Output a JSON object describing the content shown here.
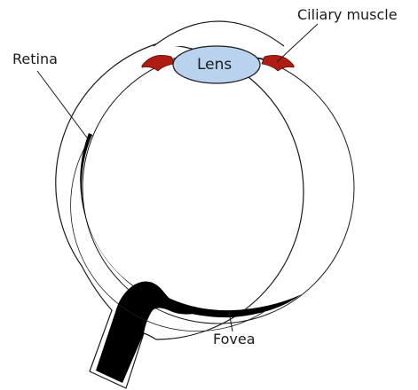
{
  "labels": {
    "lens": "Lens",
    "ciliary_muscle": "Ciliary muscle",
    "retina": "Retina",
    "fovea": "Fovea"
  },
  "colors": {
    "outline": "#1a1a1a",
    "lens_fill": "#b9d3ee",
    "ciliary_fill": "#b01c12",
    "retina_fill": "#000000",
    "background": "#ffffff"
  }
}
